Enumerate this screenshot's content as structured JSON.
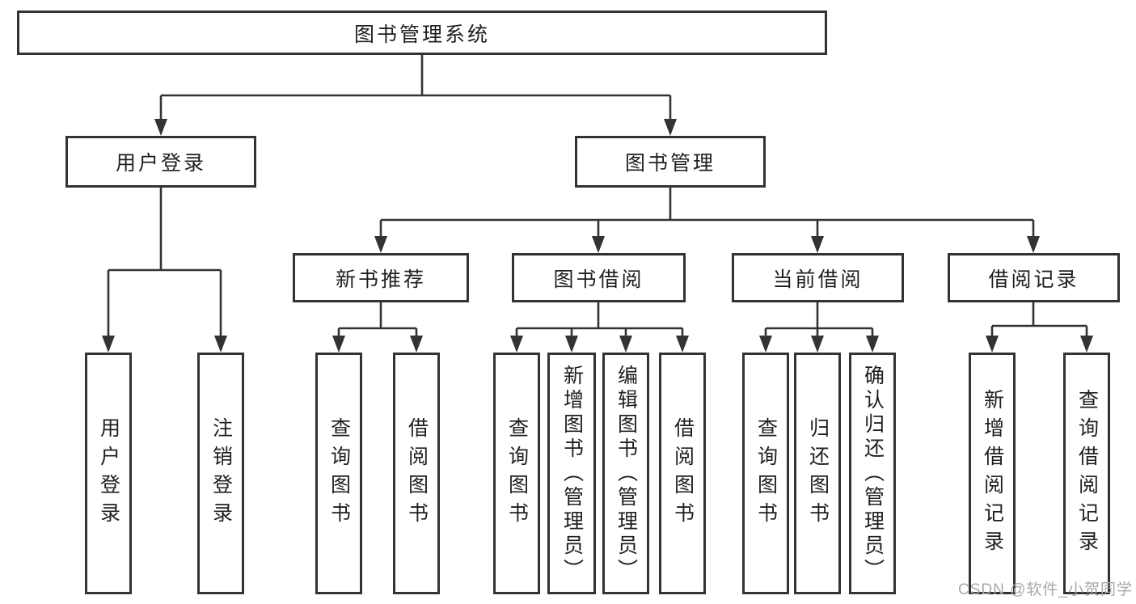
{
  "tree": {
    "root": {
      "label": "图书管理系统"
    },
    "level2": [
      {
        "label": "用户登录",
        "children": [
          {
            "label": "用户登录"
          },
          {
            "label": "注销登录"
          }
        ]
      },
      {
        "label": "图书管理",
        "children": [
          {
            "label": "新书推荐",
            "children": [
              {
                "label": "查询图书"
              },
              {
                "label": "借阅图书"
              }
            ]
          },
          {
            "label": "图书借阅",
            "children": [
              {
                "label": "查询图书"
              },
              {
                "label": "新增图书（管理员）"
              },
              {
                "label": "编辑图书（管理员）"
              },
              {
                "label": "借阅图书"
              }
            ]
          },
          {
            "label": "当前借阅",
            "children": [
              {
                "label": "查询图书"
              },
              {
                "label": "归还图书"
              },
              {
                "label": "确认归还（管理员）"
              }
            ]
          },
          {
            "label": "借阅记录",
            "children": [
              {
                "label": "新增借阅记录"
              },
              {
                "label": "查询借阅记录"
              }
            ]
          }
        ]
      }
    ]
  },
  "watermark": {
    "text": "CSDN @软件_小贺同学"
  },
  "colors": {
    "line": "#333333",
    "box_border": "#333333",
    "box_fill": "#ffffff",
    "text": "#1f1f1f",
    "watermark": "#a8a8a8",
    "background": "#ffffff"
  }
}
